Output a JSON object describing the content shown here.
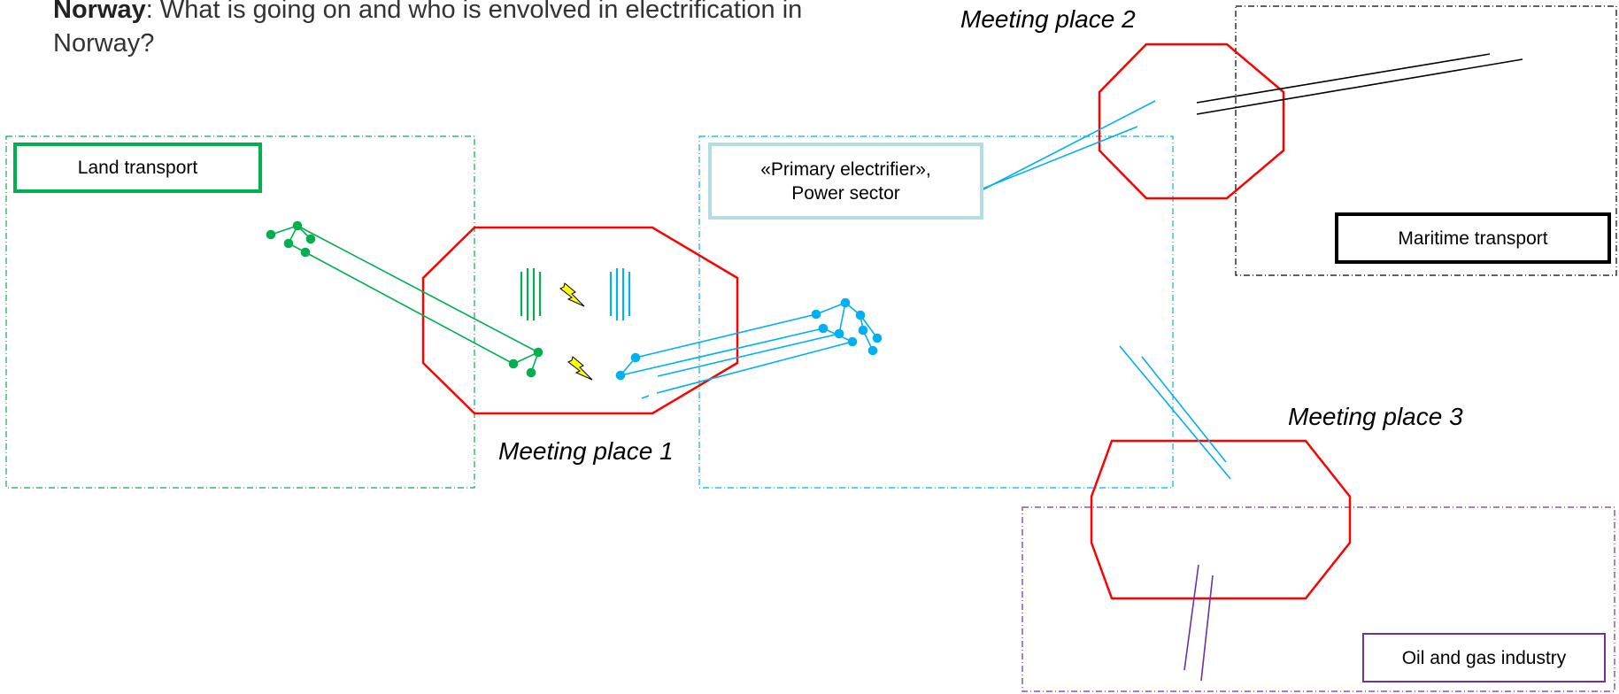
{
  "heading": {
    "bold": "Norway",
    "rest": ": What is going on and who is envolved in electrification in Norway?"
  },
  "sectors": {
    "land": "Land transport",
    "power_line1": "«Primary electrifier»,",
    "power_line2": "Power sector",
    "maritime": "Maritime transport",
    "oil_gas": "Oil and gas industry"
  },
  "meeting_places": {
    "one": "Meeting place 1",
    "two": "Meeting place 2",
    "three": "Meeting place 3"
  },
  "colors": {
    "land": "#00b050",
    "power": "#00b0f0",
    "maritime": "#000000",
    "oil_gas": "#7030a0",
    "meeting": "#ff0000",
    "bolt": "#ffff00"
  }
}
